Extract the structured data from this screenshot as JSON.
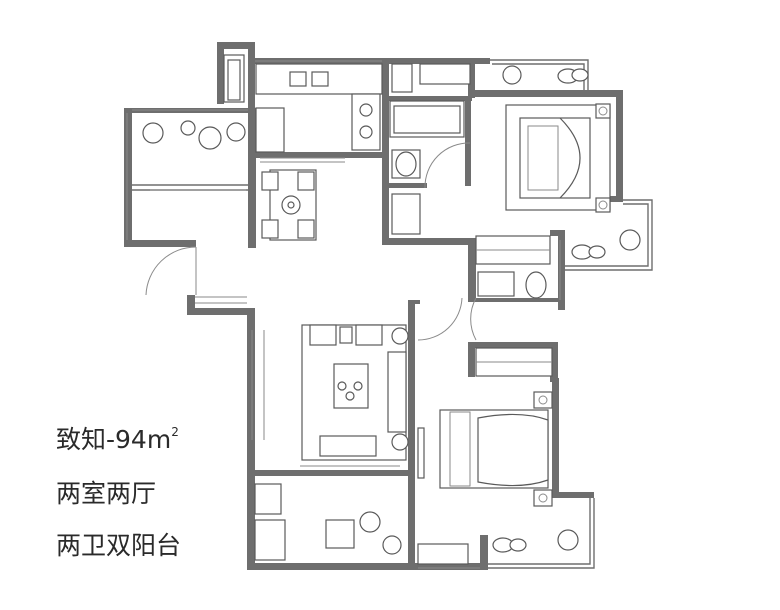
{
  "captions": {
    "line1_name": "致知-94",
    "line1_unit": "m",
    "line1_sup": "2",
    "line2": "两室两厅",
    "line3": "两卫双阳台"
  }
}
